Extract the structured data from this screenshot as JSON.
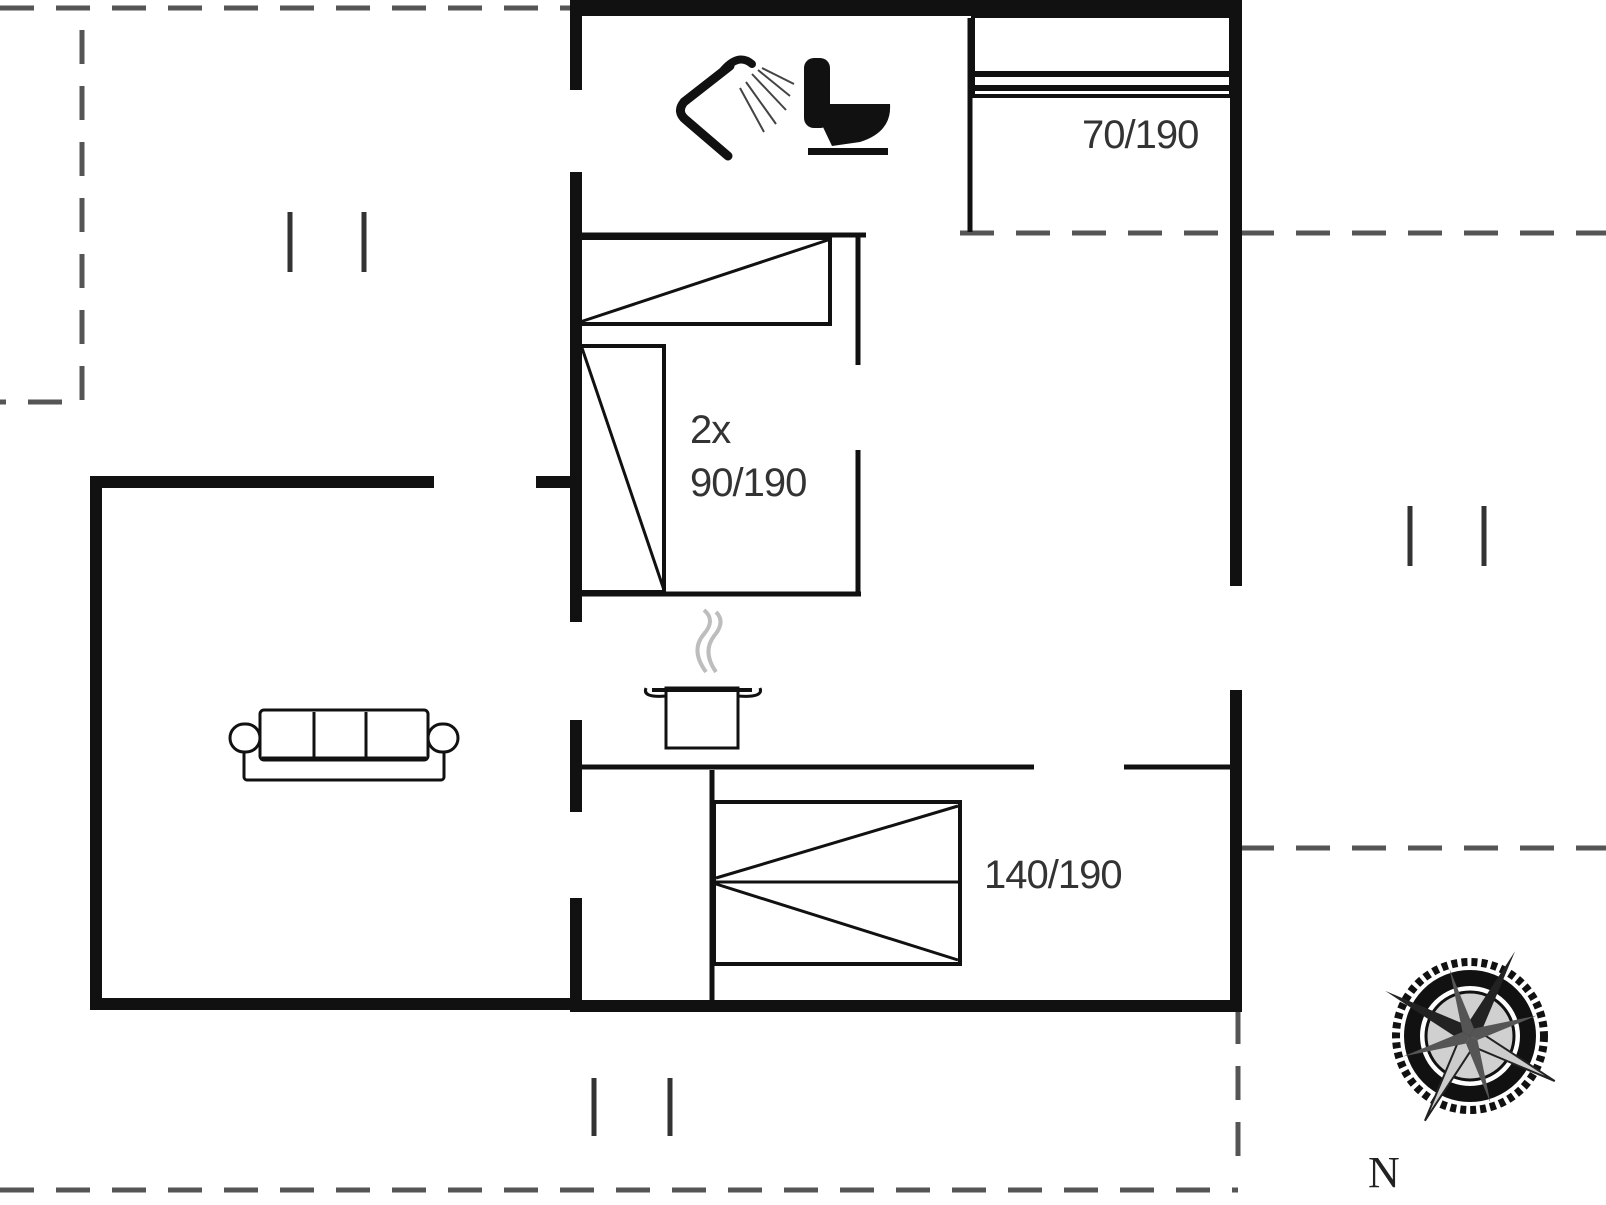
{
  "labels": {
    "bed_single": "70/190",
    "bunk_count": "2x",
    "bunk_size": "90/190",
    "bed_double": "140/190",
    "north": "N"
  },
  "icons": [
    "shower-icon",
    "toilet-icon",
    "cooking-pot-icon",
    "sofa-icon",
    "compass-rose-icon"
  ],
  "colors": {
    "wall": "#111111",
    "dashed_line": "#555555",
    "steam": "#bdbdbd"
  }
}
